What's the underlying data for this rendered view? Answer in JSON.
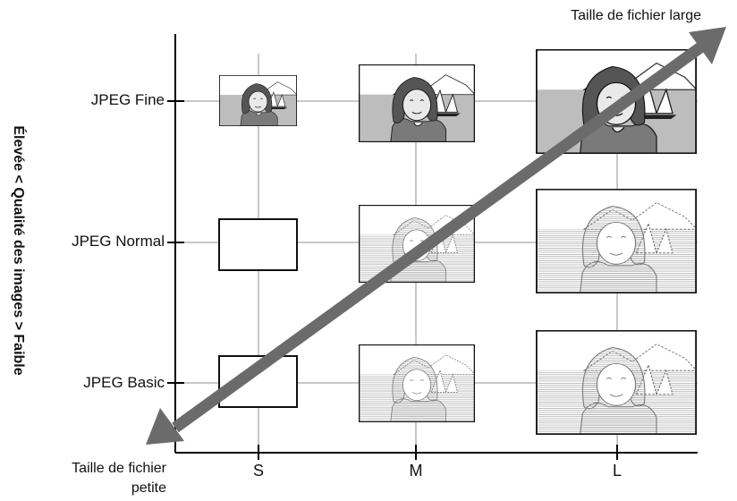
{
  "diagram": {
    "y_axis_label": "Élevée < Qualité des images > Faible",
    "top_right_label": "Taille de fichier large",
    "bottom_left_label_line1": "Taille de fichier",
    "bottom_left_label_line2": "petite",
    "quality_levels": [
      "JPEG Fine",
      "JPEG Normal",
      "JPEG Basic"
    ],
    "size_levels": [
      "S",
      "M",
      "L"
    ],
    "cells": [
      {
        "quality": "JPEG Fine",
        "size": "S",
        "image": "portrait-color-icon"
      },
      {
        "quality": "JPEG Fine",
        "size": "M",
        "image": "portrait-color-icon"
      },
      {
        "quality": "JPEG Fine",
        "size": "L",
        "image": "portrait-color-icon"
      },
      {
        "quality": "JPEG Normal",
        "size": "S",
        "image": "blank"
      },
      {
        "quality": "JPEG Normal",
        "size": "M",
        "image": "portrait-lined-icon"
      },
      {
        "quality": "JPEG Normal",
        "size": "L",
        "image": "portrait-lined-icon"
      },
      {
        "quality": "JPEG Basic",
        "size": "S",
        "image": "blank"
      },
      {
        "quality": "JPEG Basic",
        "size": "M",
        "image": "portrait-lined-icon"
      },
      {
        "quality": "JPEG Basic",
        "size": "L",
        "image": "portrait-lined-icon"
      }
    ],
    "colors": {
      "arrow": "#6b6b6b",
      "grid": "#c8c8c8",
      "axis": "#000000",
      "sea": "#bfbfbf"
    }
  }
}
